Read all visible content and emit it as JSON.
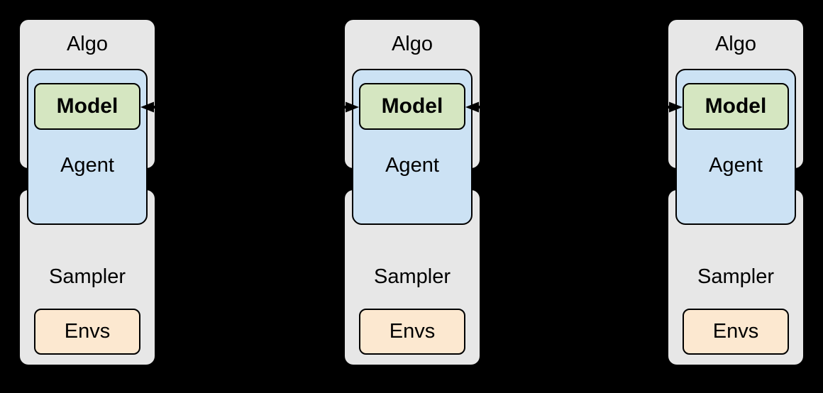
{
  "diagram": {
    "background": "#000000",
    "colors": {
      "container_fill": "#e7e7e7",
      "agent_fill": "#cce2f4",
      "model_fill": "#d5e6c1",
      "envs_fill": "#fce8d0",
      "border": "#000000",
      "arrow": "#000000",
      "text": "#000000"
    },
    "columns": [
      {
        "algo": "Algo",
        "agent": "Agent",
        "model": "Model",
        "sampler": "Sampler",
        "envs": "Envs"
      },
      {
        "algo": "Algo",
        "agent": "Agent",
        "model": "Model",
        "sampler": "Sampler",
        "envs": "Envs"
      },
      {
        "algo": "Algo",
        "agent": "Agent",
        "model": "Model",
        "sampler": "Sampler",
        "envs": "Envs"
      }
    ],
    "arrows": [
      {
        "between": "column-1-model and column-2-model",
        "heads": "both"
      },
      {
        "between": "column-2-model and column-3-model",
        "heads": "both"
      }
    ]
  }
}
